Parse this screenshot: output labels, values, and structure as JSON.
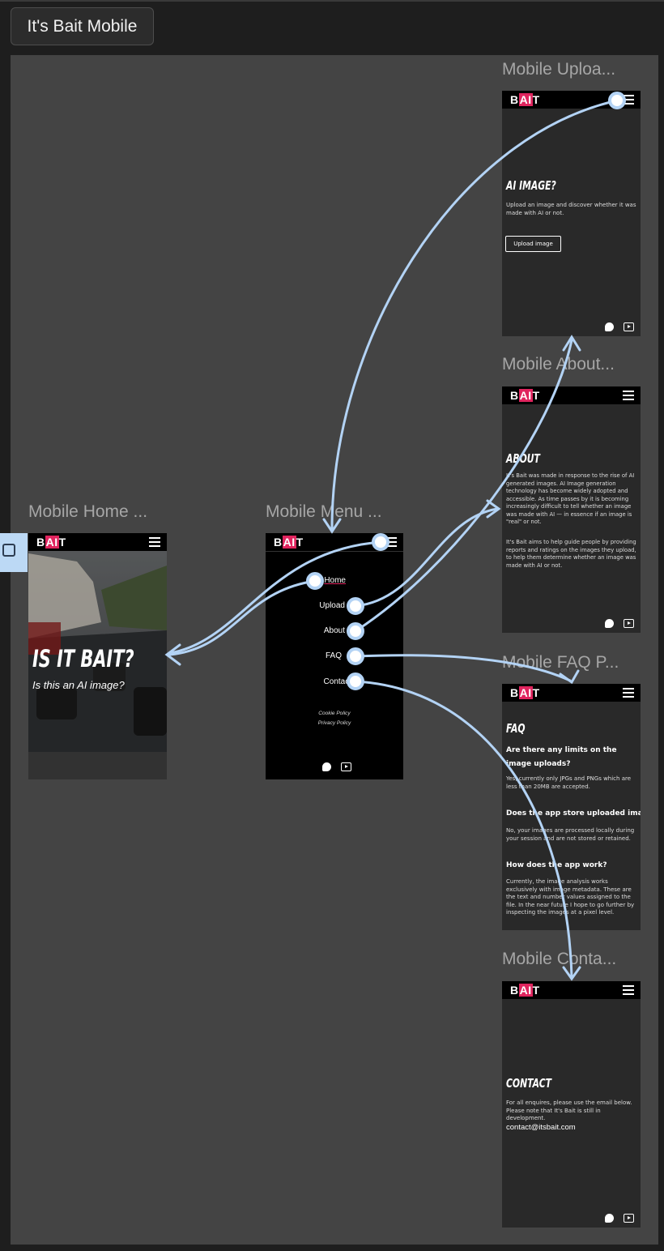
{
  "app": {
    "title": "It's Bait Mobile"
  },
  "brand": {
    "logo_pre": "B",
    "logo_ai": "AI",
    "logo_post": "T",
    "accent": "#e0245e",
    "wire_color": "#b3d3f5"
  },
  "frames": {
    "home": {
      "label": "Mobile Home ...",
      "heading": "IS IT BAIT?",
      "subheading": "Is this an AI image?"
    },
    "menu": {
      "label": "Mobile Menu ...",
      "items": [
        "Home",
        "Upload",
        "About",
        "FAQ",
        "Contact"
      ],
      "cookie": "Cookie Policy",
      "privacy": "Privacy Policy"
    },
    "upload": {
      "label": "Mobile Uploa...",
      "heading": "AI IMAGE?",
      "text": "Upload an image and discover whether it was made with AI or not.",
      "button": "Upload image"
    },
    "about": {
      "label": "Mobile About...",
      "heading": "ABOUT",
      "p1": "It's Bait was made in response to the rise of AI generated images. AI Image generation technology has become widely adopted and accessible. As time passes by it is becoming increasingly difficult to tell whether an image was made with AI — in essence if an image is \"real\" or not.",
      "p2": "It's Bait aims to help guide people by providing reports and ratings on the images they upload, to help them determine whether an image was made with AI or not."
    },
    "faq": {
      "label": "Mobile FAQ P...",
      "heading": "FAQ",
      "q1": "Are there any limits on the image uploads?",
      "a1": "Yes, currently only JPGs and PNGs which are less than 20MB are accepted.",
      "q2": "Does the app store uploaded images?",
      "a2": "No, your images are processed locally during your session and are not stored or retained.",
      "q3": "How does the app work?",
      "a3": "Currently, the image analysis works exclusively with image metadata. These are the text and number values assigned to the file. In the near future I hope to go further by inspecting the images at a pixel level."
    },
    "contact": {
      "label": "Mobile Conta...",
      "heading": "CONTACT",
      "text": "For all enquires, please use the email below. Please note that It's Bait is still in development.",
      "email": "contact@itsbait.com"
    }
  },
  "icons": {
    "side_tab": "play-frame-icon",
    "menu": "hamburger-icon",
    "social": [
      "patreon-icon",
      "youtube-icon"
    ]
  }
}
